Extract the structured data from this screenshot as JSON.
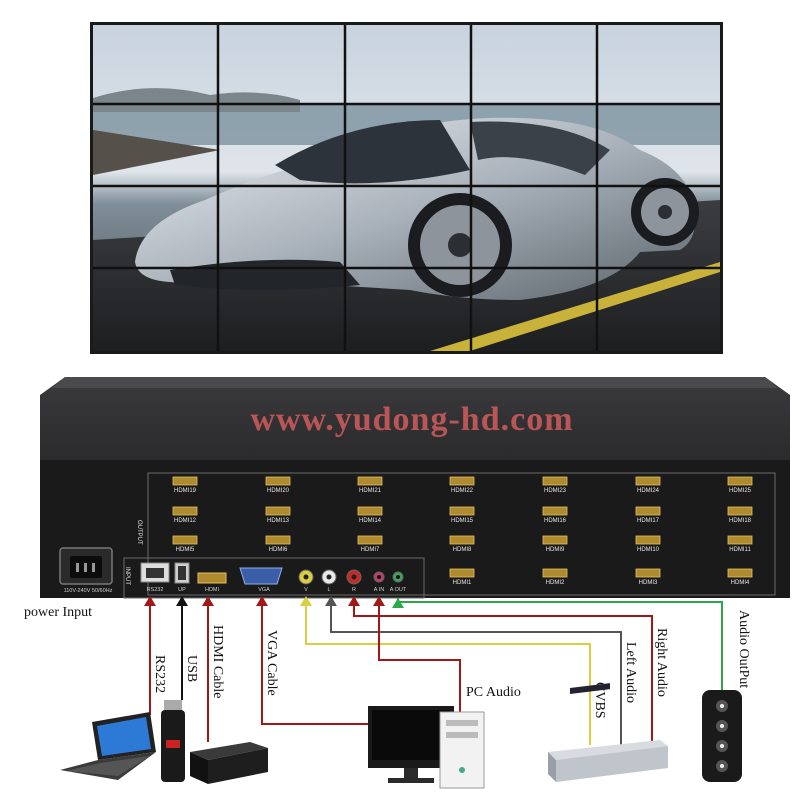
{
  "watermark": "www.yudong-hd.com",
  "panel": {
    "output_label": "OUTPUT",
    "input_label": "INPUT",
    "hdmi_outputs": [
      "HDMI19",
      "HDMI20",
      "HDMI21",
      "HDMI22",
      "HDMI23",
      "HDMI24",
      "HDMI25",
      "HDMI12",
      "HDMI13",
      "HDMI14",
      "HDMI15",
      "HDMI16",
      "HDMI17",
      "HDMI18",
      "HDMI5",
      "HDMI6",
      "HDMI7",
      "HDMI8",
      "HDMI9",
      "HDMI10",
      "HDMI11",
      "HDMI1",
      "HDMI2",
      "HDMI3",
      "HDMI4"
    ],
    "input_ports": {
      "rs232": "RS232",
      "usb": "UP",
      "hdmi": "HDMI",
      "vga": "VGA",
      "v": "V",
      "l": "L",
      "r": "R",
      "ain": "A IN",
      "aout": "A OUT"
    },
    "power_rating": "110V-240V 50/60Hz"
  },
  "labels": {
    "power_input": "power Input",
    "rs232": "RS232",
    "usb": "USB",
    "hdmi_cable": "HDMI Cable",
    "vga_cable": "VGA Cable",
    "pc_audio": "PC Audio",
    "cvbs": "CVBS",
    "left_audio": "Left Audio",
    "right_audio": "Right Audio",
    "audio_output": "Audio OutPut"
  },
  "colors": {
    "red_cable": "#a01818",
    "yellow_cable": "#d9cf40",
    "green_cable": "#2aa84a",
    "gray_cable": "#555555",
    "black_cable": "#111111"
  }
}
